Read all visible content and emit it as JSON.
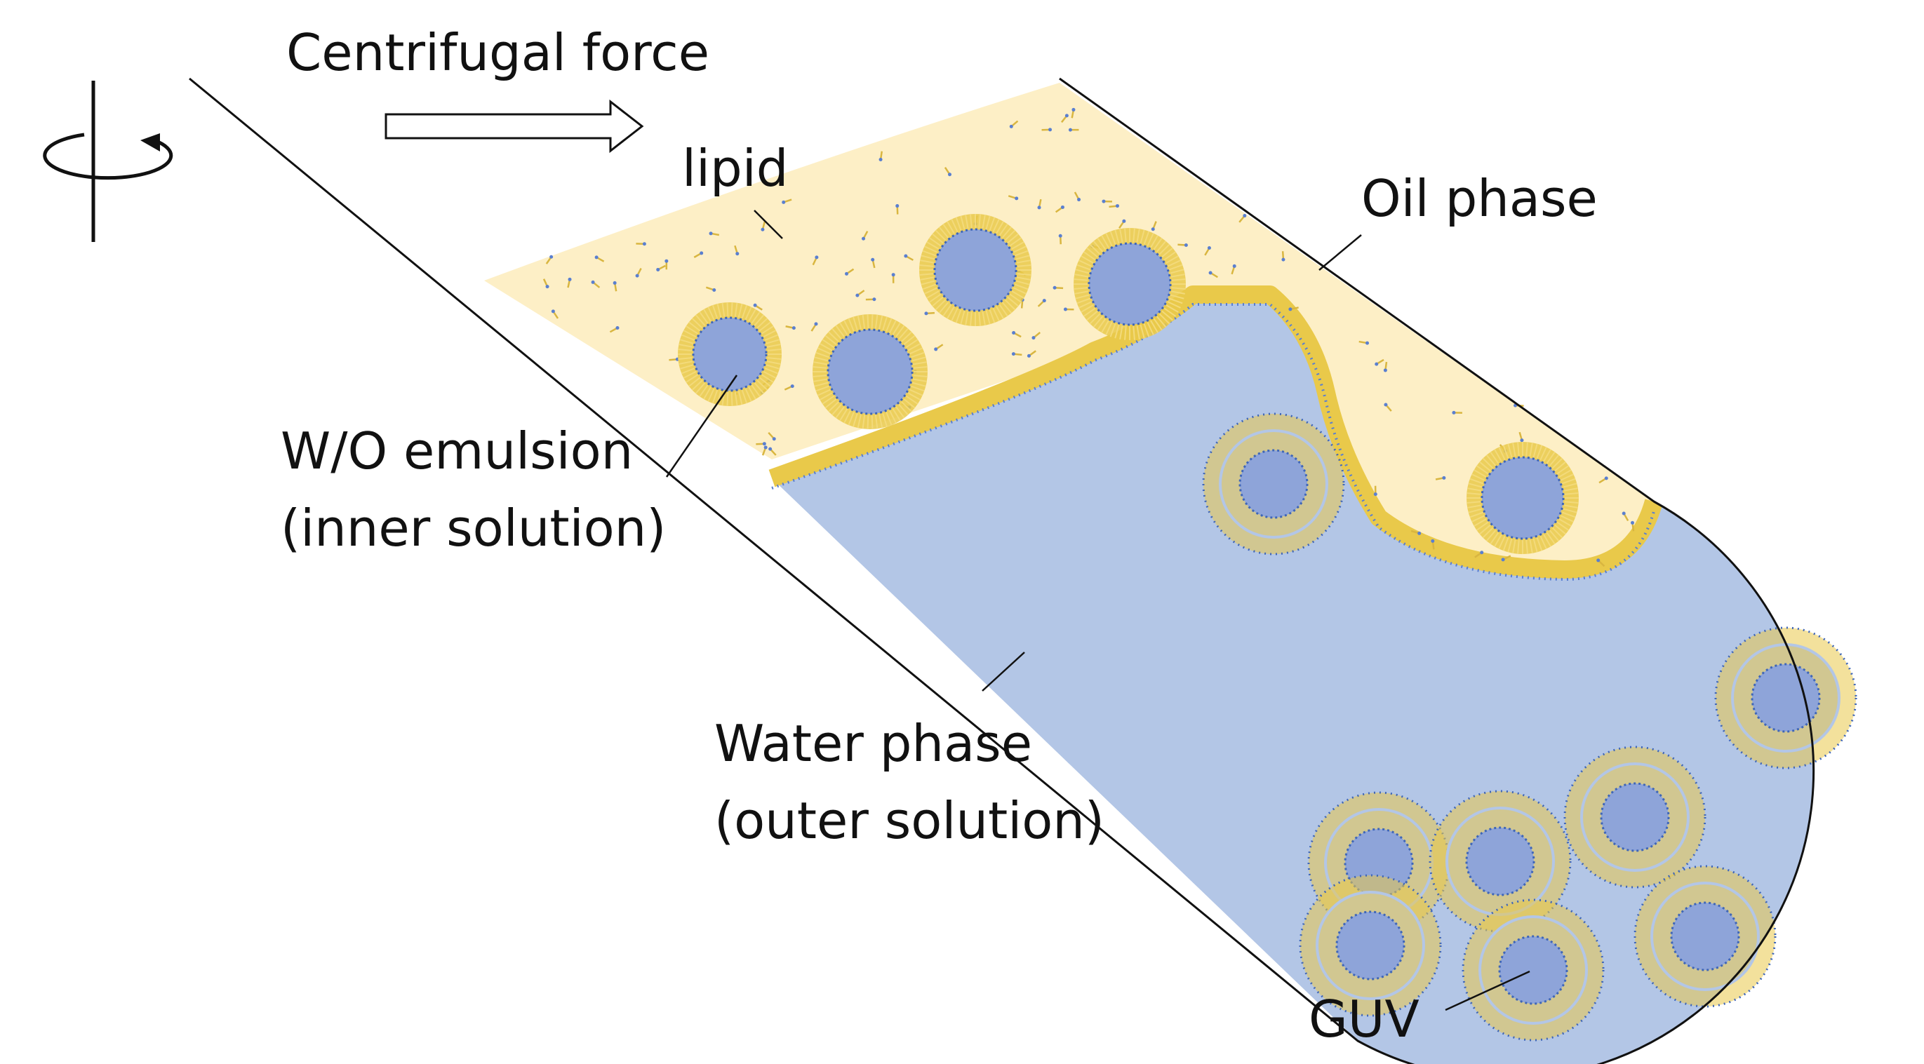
{
  "labels": {
    "centrifugal_force": "Centrifugal force",
    "lipid": "lipid",
    "oil_phase": "Oil phase",
    "wo_emulsion_line1": "W/O emulsion",
    "wo_emulsion_line2": "(inner solution)",
    "water_phase_line1": "Water phase",
    "water_phase_line2": "(outer solution)",
    "guv": "GUV"
  },
  "colors": {
    "oil_phase_fill": "#fdefc6",
    "water_phase_fill": "#b3c6e6",
    "droplet_core": "#8ea4d9",
    "core_outline": "#3f66b8",
    "lipid_head": "#e9c94a",
    "lipid_tail": "#5a7fd0",
    "tube_outline": "#111111"
  },
  "icons": {
    "rotation": "rotation-axis-icon",
    "force_arrow": "hollow-right-arrow-icon"
  }
}
